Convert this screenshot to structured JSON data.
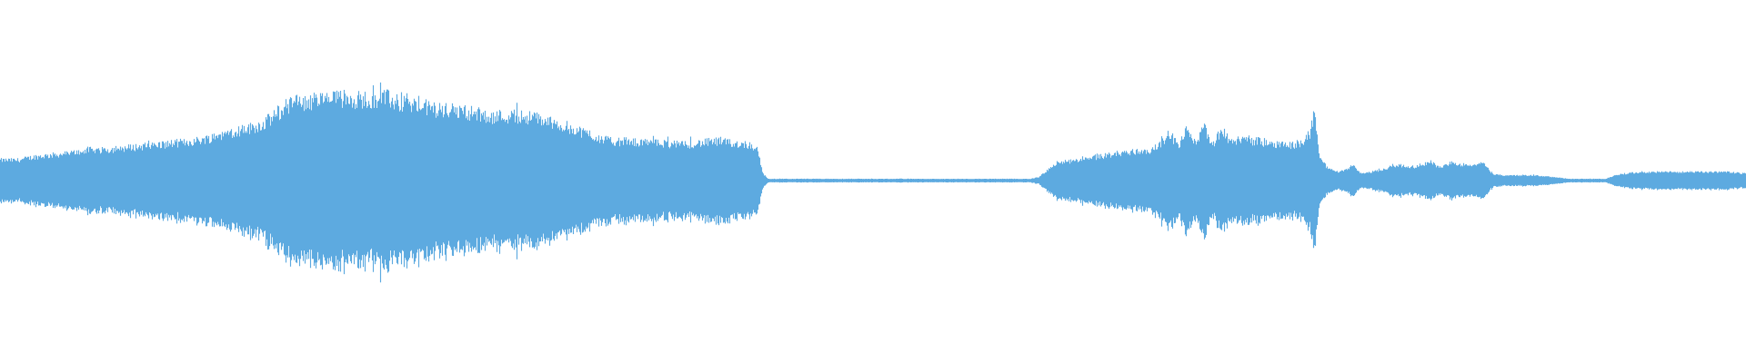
{
  "waveform": {
    "color": "#5DAAE0",
    "background": "#FFFFFF",
    "amplitude_envelope": [
      [
        0.0,
        0.12
      ],
      [
        0.01,
        0.12
      ],
      [
        0.02,
        0.14
      ],
      [
        0.03,
        0.15
      ],
      [
        0.04,
        0.16
      ],
      [
        0.05,
        0.18
      ],
      [
        0.06,
        0.18
      ],
      [
        0.07,
        0.19
      ],
      [
        0.08,
        0.2
      ],
      [
        0.09,
        0.21
      ],
      [
        0.1,
        0.22
      ],
      [
        0.11,
        0.23
      ],
      [
        0.12,
        0.25
      ],
      [
        0.13,
        0.28
      ],
      [
        0.14,
        0.3
      ],
      [
        0.15,
        0.33
      ],
      [
        0.16,
        0.4
      ],
      [
        0.166,
        0.45
      ],
      [
        0.17,
        0.46
      ],
      [
        0.18,
        0.47
      ],
      [
        0.19,
        0.48
      ],
      [
        0.2,
        0.48
      ],
      [
        0.21,
        0.48
      ],
      [
        0.22,
        0.49
      ],
      [
        0.23,
        0.45
      ],
      [
        0.24,
        0.44
      ],
      [
        0.25,
        0.42
      ],
      [
        0.26,
        0.41
      ],
      [
        0.27,
        0.4
      ],
      [
        0.28,
        0.38
      ],
      [
        0.29,
        0.38
      ],
      [
        0.3,
        0.38
      ],
      [
        0.31,
        0.36
      ],
      [
        0.32,
        0.33
      ],
      [
        0.33,
        0.3
      ],
      [
        0.34,
        0.26
      ],
      [
        0.35,
        0.23
      ],
      [
        0.36,
        0.23
      ],
      [
        0.37,
        0.22
      ],
      [
        0.38,
        0.22
      ],
      [
        0.39,
        0.21
      ],
      [
        0.4,
        0.22
      ],
      [
        0.41,
        0.23
      ],
      [
        0.42,
        0.22
      ],
      [
        0.43,
        0.21
      ],
      [
        0.434,
        0.18
      ],
      [
        0.437,
        0.04
      ],
      [
        0.44,
        0.01
      ],
      [
        0.5,
        0.01
      ],
      [
        0.56,
        0.01
      ],
      [
        0.59,
        0.01
      ],
      [
        0.595,
        0.02
      ],
      [
        0.6,
        0.06
      ],
      [
        0.605,
        0.1
      ],
      [
        0.61,
        0.11
      ],
      [
        0.62,
        0.12
      ],
      [
        0.63,
        0.14
      ],
      [
        0.64,
        0.16
      ],
      [
        0.65,
        0.17
      ],
      [
        0.66,
        0.18
      ],
      [
        0.665,
        0.22
      ],
      [
        0.67,
        0.28
      ],
      [
        0.675,
        0.2
      ],
      [
        0.68,
        0.3
      ],
      [
        0.685,
        0.22
      ],
      [
        0.69,
        0.31
      ],
      [
        0.695,
        0.21
      ],
      [
        0.7,
        0.3
      ],
      [
        0.705,
        0.22
      ],
      [
        0.71,
        0.24
      ],
      [
        0.72,
        0.23
      ],
      [
        0.73,
        0.22
      ],
      [
        0.74,
        0.21
      ],
      [
        0.745,
        0.22
      ],
      [
        0.75,
        0.26
      ],
      [
        0.753,
        0.4
      ],
      [
        0.756,
        0.14
      ],
      [
        0.76,
        0.08
      ],
      [
        0.765,
        0.05
      ],
      [
        0.77,
        0.06
      ],
      [
        0.775,
        0.09
      ],
      [
        0.78,
        0.04
      ],
      [
        0.79,
        0.06
      ],
      [
        0.8,
        0.09
      ],
      [
        0.81,
        0.08
      ],
      [
        0.82,
        0.11
      ],
      [
        0.825,
        0.07
      ],
      [
        0.83,
        0.1
      ],
      [
        0.84,
        0.09
      ],
      [
        0.85,
        0.1
      ],
      [
        0.855,
        0.04
      ],
      [
        0.86,
        0.03
      ],
      [
        0.87,
        0.03
      ],
      [
        0.88,
        0.03
      ],
      [
        0.89,
        0.02
      ],
      [
        0.9,
        0.01
      ],
      [
        0.92,
        0.01
      ],
      [
        0.925,
        0.03
      ],
      [
        0.93,
        0.04
      ],
      [
        0.94,
        0.05
      ],
      [
        0.95,
        0.05
      ],
      [
        0.96,
        0.05
      ],
      [
        0.97,
        0.05
      ],
      [
        0.98,
        0.05
      ],
      [
        0.99,
        0.05
      ],
      [
        1.0,
        0.04
      ]
    ]
  }
}
